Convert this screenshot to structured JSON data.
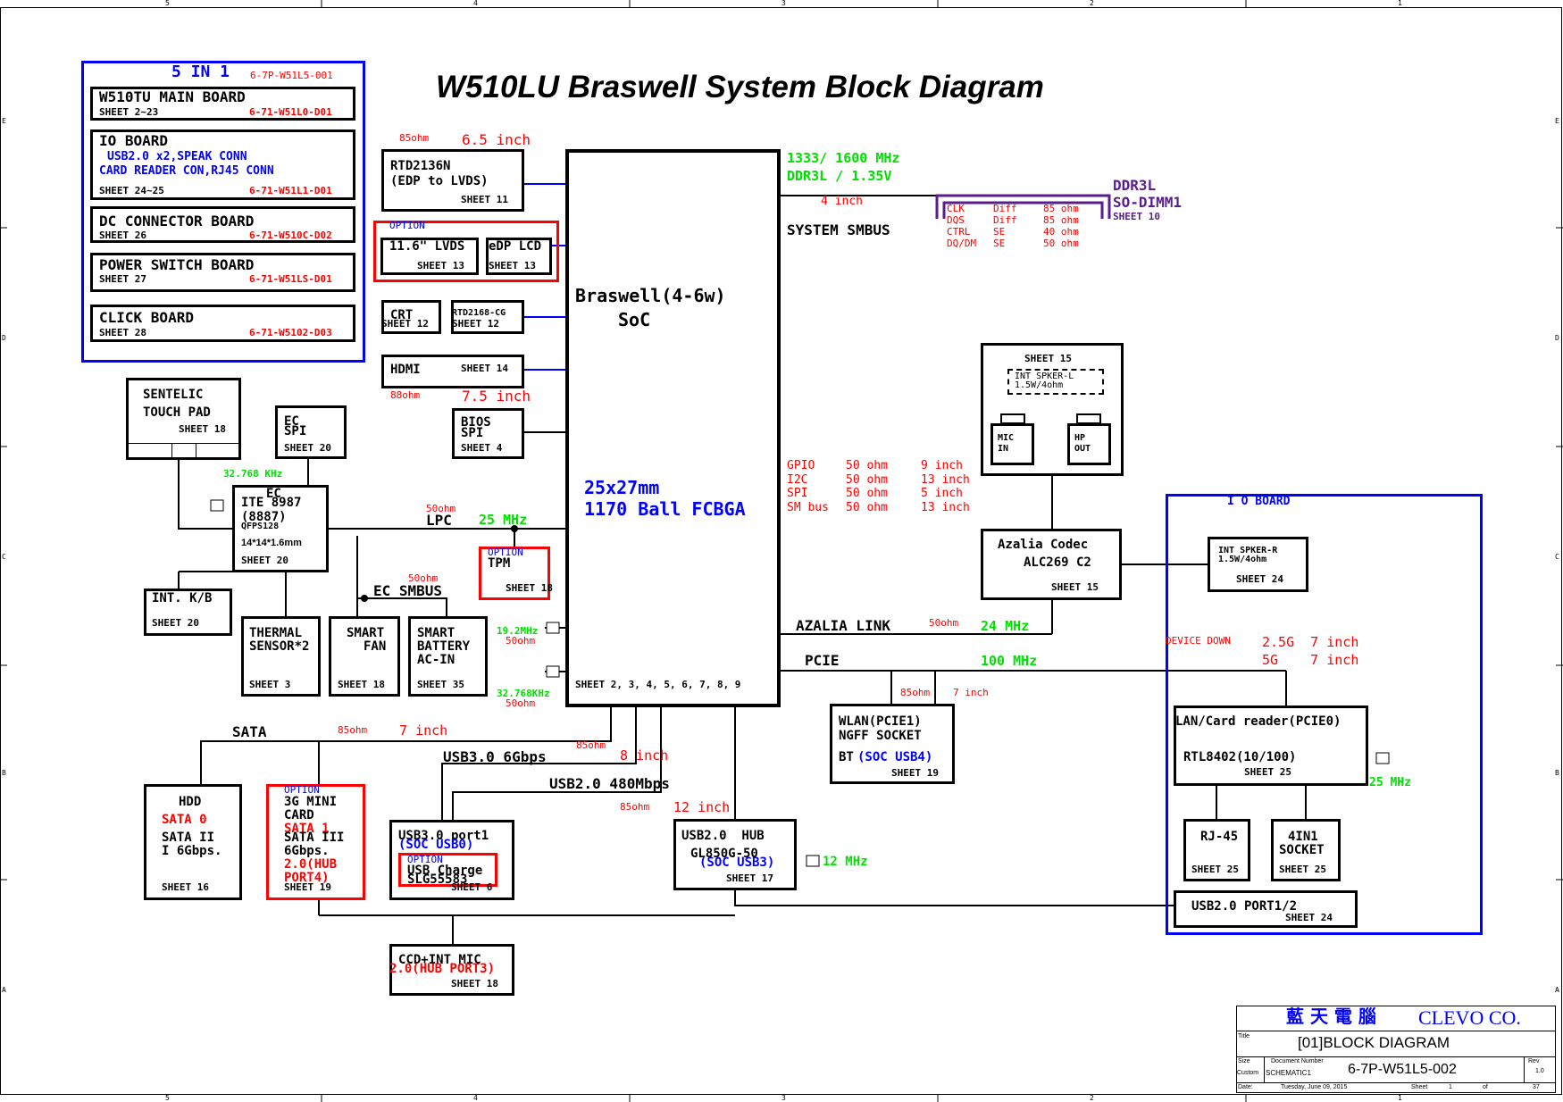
{
  "title": "W510LU Braswell System Block Diagram",
  "frame": {
    "top_cols": [
      "5",
      "4",
      "3",
      "2",
      "1"
    ],
    "bottom_cols": [
      "5",
      "4",
      "3",
      "2",
      "1"
    ],
    "left_rows": [
      "E",
      "D",
      "C",
      "B",
      "A"
    ],
    "right_rows": [
      "E",
      "D",
      "C",
      "B",
      "A"
    ]
  },
  "five_in_one": {
    "heading": "5 IN 1",
    "code": "6-7P-W51L5-001",
    "main": {
      "name": "W510TU MAIN BOARD",
      "sheet": "SHEET 2~23",
      "code": "6-71-W51L0-D01"
    },
    "io": {
      "name": "IO BOARD",
      "desc1": "USB2.0 x2,SPEAK CONN",
      "desc2": "CARD READER CON,RJ45 CONN",
      "sheet": "SHEET 24~25",
      "code": "6-71-W51L1-D01"
    },
    "dc": {
      "name": "DC CONNECTOR BOARD",
      "sheet": "SHEET 26",
      "code": "6-71-W510C-D02"
    },
    "power": {
      "name": "POWER SWITCH BOARD",
      "sheet": "SHEET 27",
      "code": "6-71-W51LS-D01"
    },
    "click": {
      "name": "CLICK BOARD",
      "sheet": "SHEET 28",
      "code": "6-71-W5102-D03"
    }
  },
  "soc": {
    "name1": "Braswell(4-6w)",
    "name2": "SoC",
    "pkg1": "25x27mm",
    "pkg2": "1170 Ball FCBGA",
    "sheets": "SHEET 2, 3, 4, 5, 6, 7, 8, 9"
  },
  "lvds": {
    "ohm": "85ohm",
    "len": "6.5 inch",
    "name1": "RTD2136N",
    "name2": "(EDP to LVDS)",
    "sheet": "SHEET 11"
  },
  "panel_option": {
    "label": "OPTION",
    "lvds": "11.6\" LVDS",
    "lvds_sheet": "SHEET 13",
    "edp": "eDP LCD",
    "edp_sheet": "SHEET 13"
  },
  "crt": {
    "name": "CRT",
    "sheet": "SHEET 12"
  },
  "rtd2168": {
    "name": "RTD2168-CG",
    "sheet": "SHEET 12"
  },
  "hdmi": {
    "name": "HDMI",
    "sheet": "SHEET 14",
    "ohm": "88ohm",
    "len": "7.5 inch"
  },
  "bios": {
    "name1": "BIOS",
    "name2": "SPI",
    "sheet": "SHEET 4"
  },
  "ddr": {
    "freq": "1333/ 1600 MHz",
    "volt": "DDR3L / 1.35V",
    "len": "4 inch",
    "smbus": "SYSTEM SMBUS",
    "dimm1": "DDR3L",
    "dimm2": "SO-DIMM1",
    "dimm_sheet": "SHEET 10",
    "rows": [
      {
        "sig": "CLK",
        "type": "Diff",
        "ohm": "85 ohm"
      },
      {
        "sig": "DQS",
        "type": "Diff",
        "ohm": "85 ohm"
      },
      {
        "sig": "CTRL",
        "type": "SE",
        "ohm": "40 ohm"
      },
      {
        "sig": "DQ/DM",
        "type": "SE",
        "ohm": "50 ohm"
      }
    ]
  },
  "audio_jack": {
    "sheet": "SHEET 15",
    "spk_l1": "INT SPKER-L",
    "spk_l2": "1.5W/4ohm",
    "mic1": "MIC",
    "mic2": "IN",
    "hp1": "HP",
    "hp2": "OUT"
  },
  "gpio_table": [
    {
      "sig": "GPIO",
      "ohm": "50 ohm",
      "len": "9 inch"
    },
    {
      "sig": "I2C",
      "ohm": "50 ohm",
      "len": "13 inch"
    },
    {
      "sig": "SPI",
      "ohm": "50 ohm",
      "len": "5 inch"
    },
    {
      "sig": "SM bus",
      "ohm": "50 ohm",
      "len": "13 inch"
    }
  ],
  "codec": {
    "name1": "Azalia Codec",
    "name2": "ALC269 C2",
    "sheet": "SHEET 15",
    "link": "AZALIA LINK",
    "ohm": "50ohm",
    "freq": "24 MHz"
  },
  "spk_r": {
    "name1": "INT SPKER-R",
    "name2": "1.5W/4ohm",
    "sheet": "SHEET 24"
  },
  "io_board": {
    "label": "I O BOARD",
    "device_down": "DEVICE DOWN",
    "spd1": "2.5G  7 inch",
    "spd2": "5G    7 inch",
    "lan1": "LAN/Card reader(PCIE0)",
    "lan2": "RTL8402(10/100)",
    "lan_sheet": "SHEET 25",
    "lan_freq": "25 MHz",
    "rj45": "RJ-45",
    "rj45_sheet": "SHEET 25",
    "fourin1_1": "4IN1",
    "fourin1_2": "SOCKET",
    "fourin1_sheet": "SHEET 25",
    "usb": "USB2.0 PORT1/2",
    "usb_sheet": "SHEET 24"
  },
  "pcie": {
    "label": "PCIE",
    "freq": "100 MHz",
    "ohm": "85ohm",
    "len": "7 inch"
  },
  "wlan": {
    "name1": "WLAN(PCIE1)",
    "name2": "NGFF SOCKET",
    "bt": "BT",
    "bt_soc": "(SOC USB4)",
    "sheet": "SHEET 19"
  },
  "touchpad": {
    "name1": "SENTELIC",
    "name2": "TOUCH PAD",
    "sheet": "SHEET 18"
  },
  "ec_spi": {
    "name1": "EC",
    "name2": "SPI",
    "sheet": "SHEET 20"
  },
  "ec": {
    "freq": "32.768 KHz",
    "name0": "EC",
    "name1": "ITE 8987",
    "name2": "(8887)",
    "pkg": "QFPS128",
    "size": "14*14*1.6mm",
    "sheet": "SHEET 20"
  },
  "lpc": {
    "label": "LPC",
    "freq": "25 MHz",
    "ohm": "50ohm"
  },
  "tpm": {
    "opt": "OPTION",
    "name": "TPM",
    "sheet": "SHEET 18"
  },
  "kb": {
    "name": "INT. K/B",
    "sheet": "SHEET 20"
  },
  "ec_smbus": {
    "label": "EC SMBUS",
    "ohm": "50ohm"
  },
  "thermal": {
    "name1": "THERMAL",
    "name2": "SENSOR*2",
    "sheet": "SHEET 3"
  },
  "fan": {
    "name1": "SMART",
    "name2": "FAN",
    "sheet": "SHEET 18"
  },
  "battery": {
    "name1": "SMART",
    "name2": "BATTERY",
    "name3": "AC-IN",
    "sheet": "SHEET 35"
  },
  "xtal": {
    "f1": "19.2MHz",
    "o1": "50ohm",
    "f2": "32.768KHz",
    "o2": "50ohm"
  },
  "sata": {
    "label": "SATA",
    "ohm": "85ohm",
    "len": "7 inch"
  },
  "hdd": {
    "name": "HDD",
    "port": "SATA 0",
    "spec1": "SATA II",
    "spec2": "I 6Gbps.",
    "sheet": "SHEET 16"
  },
  "mini": {
    "opt": "OPTION",
    "name1": "3G MINI",
    "name2": "CARD",
    "port": "SATA 1",
    "spec1": "SATA III",
    "spec2": "6Gbps.",
    "hub1": "2.0(HUB",
    "hub2": "PORT4)",
    "sheet": "SHEET 19"
  },
  "usb3": {
    "label": "USB3.0 6Gbps",
    "ohm": "85ohm",
    "len": "8 inch",
    "name": "USB3.0 port1",
    "soc": "(SOC USB0)",
    "opt": "OPTION",
    "charge1": "USB Charge",
    "charge2": "SLG55583",
    "sheet": "SHEET 6"
  },
  "usb2": {
    "label": "USB2.0 480Mbps",
    "ohm": "85ohm",
    "len": "12 inch"
  },
  "hub": {
    "name1": "USB2.0  HUB",
    "name2": "GL850G-50",
    "soc": "(SOC USB3)",
    "sheet": "SHEET 17",
    "freq": "12 MHz"
  },
  "ccd": {
    "name": "CCD+INT MIC",
    "hub": "2.0(HUB PORT3)",
    "sheet": "SHEET 18"
  },
  "titleblock": {
    "company_cn": "藍 天 電 腦",
    "company": "CLEVO CO.",
    "title_lbl": "Title",
    "title": "[01]BLOCK DIAGRAM",
    "size_lbl": "Size",
    "custom": "Custom",
    "docnum_lbl": "Document Number",
    "schematic": "SCHEMATIC1",
    "docnum": "6-7P-W51L5-002",
    "rev_lbl": "Rev",
    "rev": "1.0",
    "date_lbl": "Date:",
    "date": "Tuesday, June 09, 2015",
    "sheet_lbl": "Sheet",
    "sheet": "1",
    "of_lbl": "of",
    "total": "37"
  }
}
